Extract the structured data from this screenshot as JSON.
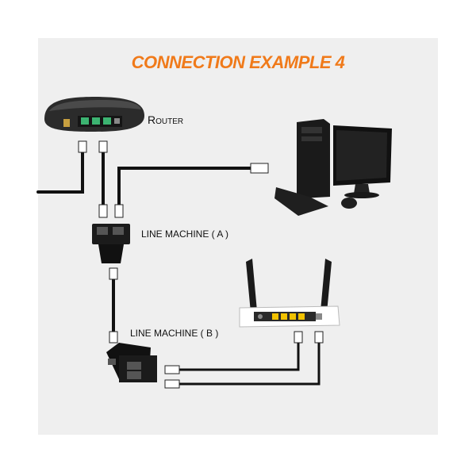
{
  "diagram": {
    "title": "CONNECTION EXAMPLE 4",
    "labels": {
      "router": "Router",
      "line_machine_a": "LINE MACHINE ( A )",
      "line_machine_b": "LINE MACHINE ( B )"
    },
    "colors": {
      "title": "#f07a1a",
      "background_panel": "#efefef",
      "cable": "#111111",
      "router_port_green": "#3cb371",
      "wifi_router_port_yellow": "#f2c200"
    },
    "devices": [
      "router-device",
      "computer-device",
      "rj45-splitter-a",
      "rj45-splitter-b",
      "wifi-router-device"
    ]
  }
}
